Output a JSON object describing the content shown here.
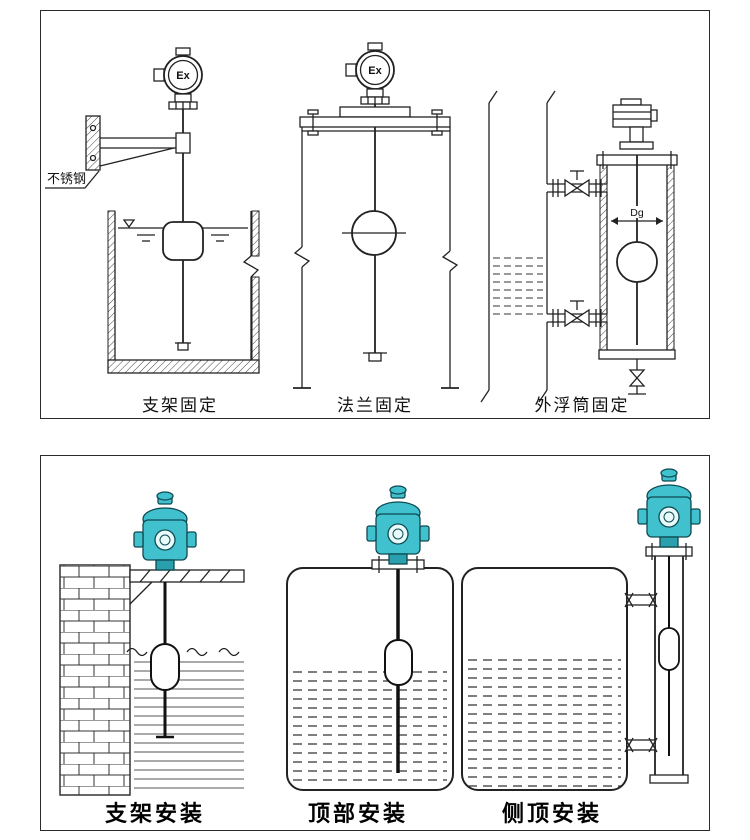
{
  "colors": {
    "line": "#222222",
    "teal": "#41c0cd",
    "teal_dark": "#2a9fae",
    "brick_line": "#333333"
  },
  "top_panel": {
    "captions": [
      "支架固定",
      "法兰固定",
      "外浮筒固定"
    ],
    "labels": {
      "stainless_steel": "不锈钢",
      "ex_left": "Ex",
      "ex_middle": "Ex",
      "dg": "Dg"
    }
  },
  "bottom_panel": {
    "captions": [
      "支架安装",
      "顶部安装",
      "侧顶安装"
    ]
  }
}
